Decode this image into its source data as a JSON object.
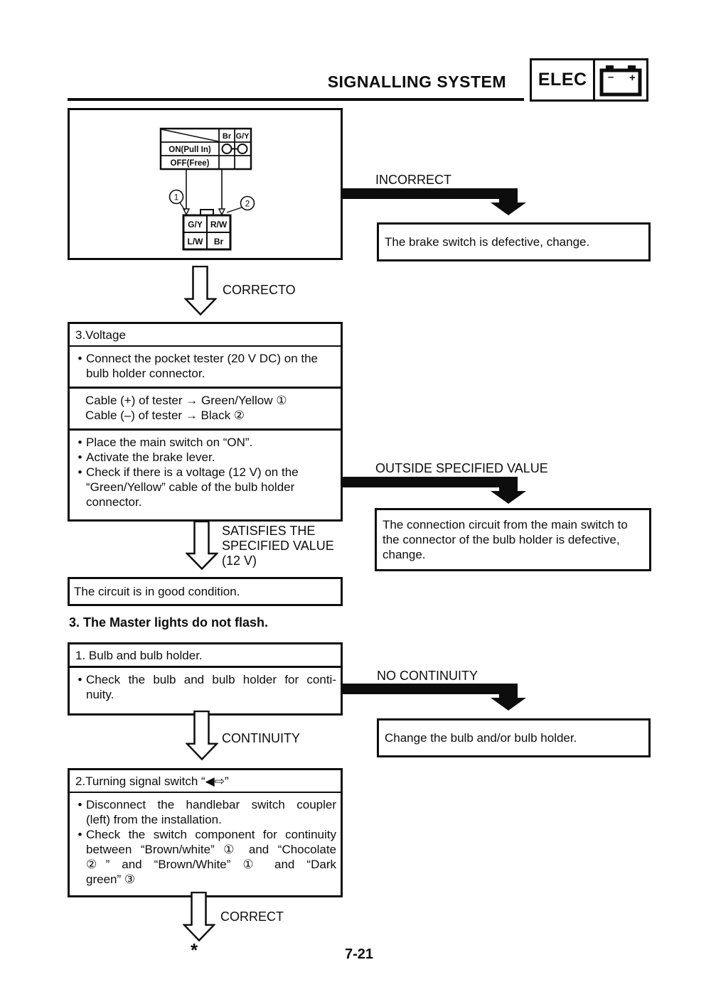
{
  "header": {
    "title": "SIGNALLING SYSTEM",
    "badge_label": "ELEC",
    "battery_minus": "–",
    "battery_plus": "+"
  },
  "diagram": {
    "col_br": "Br",
    "col_gy": "G/Y",
    "row_on": "ON(Pull In)",
    "row_off": "OFF(Free)",
    "callout1": "1",
    "callout2": "2",
    "conn_tl": "G/Y",
    "conn_tr": "R/W",
    "conn_bl": "L/W",
    "conn_br": "Br"
  },
  "flow": {
    "incorrect_label": "INCORRECT",
    "brake_defective": "The brake switch is defective, change.",
    "correcto_label": "CORRECTO",
    "outside_label": "OUTSIDE SPECIFIED VALUE",
    "connection_defective": "The connection circuit from the main switch to the  connector of the bulb holder is defective, change.",
    "satisfies_lines": [
      "SATISFIES THE",
      "SPECIFIED VALUE",
      "(12 V)"
    ],
    "good_condition": "The circuit is in good condition.",
    "no_continuity_label": "NO CONTINUITY",
    "change_bulb": "Change the bulb and/or bulb holder.",
    "continuity_label": "CONTINUITY",
    "correct_label": "CORRECT",
    "footnote_mark": "*"
  },
  "voltage_box": {
    "title": "3.Voltage",
    "step1_lines": [
      "Connect the pocket tester (20 V DC) on the",
      "bulb holder connector."
    ],
    "cable_plus": "Cable (+) of tester → Green/Yellow ①",
    "cable_minus": "Cable (–) of tester → Black ②",
    "step2_lines": [
      "Place the main switch on “ON”."
    ],
    "step3_lines": [
      "Activate the brake lever."
    ],
    "step4_lines": [
      "Check if there is a voltage (12 V) on the",
      "“Green/Yellow” cable of the bulb holder",
      "connector."
    ]
  },
  "section3_heading": "3. The Master lights do not flash.",
  "bulb_box": {
    "title": "1. Bulb and bulb holder.",
    "step1_lines": [
      "Check the bulb and bulb holder for conti-",
      "nuity."
    ]
  },
  "turning_box": {
    "title": "2.Turning signal switch “◀⇨”",
    "step1_lines": [
      "Disconnect the handlebar switch coupler",
      "(left) from the installation."
    ],
    "step2_lines": [
      "Check the switch component for continuity",
      "between “Brown/white” ① and “Chocolate",
      "②” and “Brown/White” ① and “Dark",
      "green” ③"
    ]
  },
  "footer": {
    "page_number": "7-21"
  },
  "colors": {
    "ink": "#0d0d0d",
    "paper": "#ffffff"
  }
}
